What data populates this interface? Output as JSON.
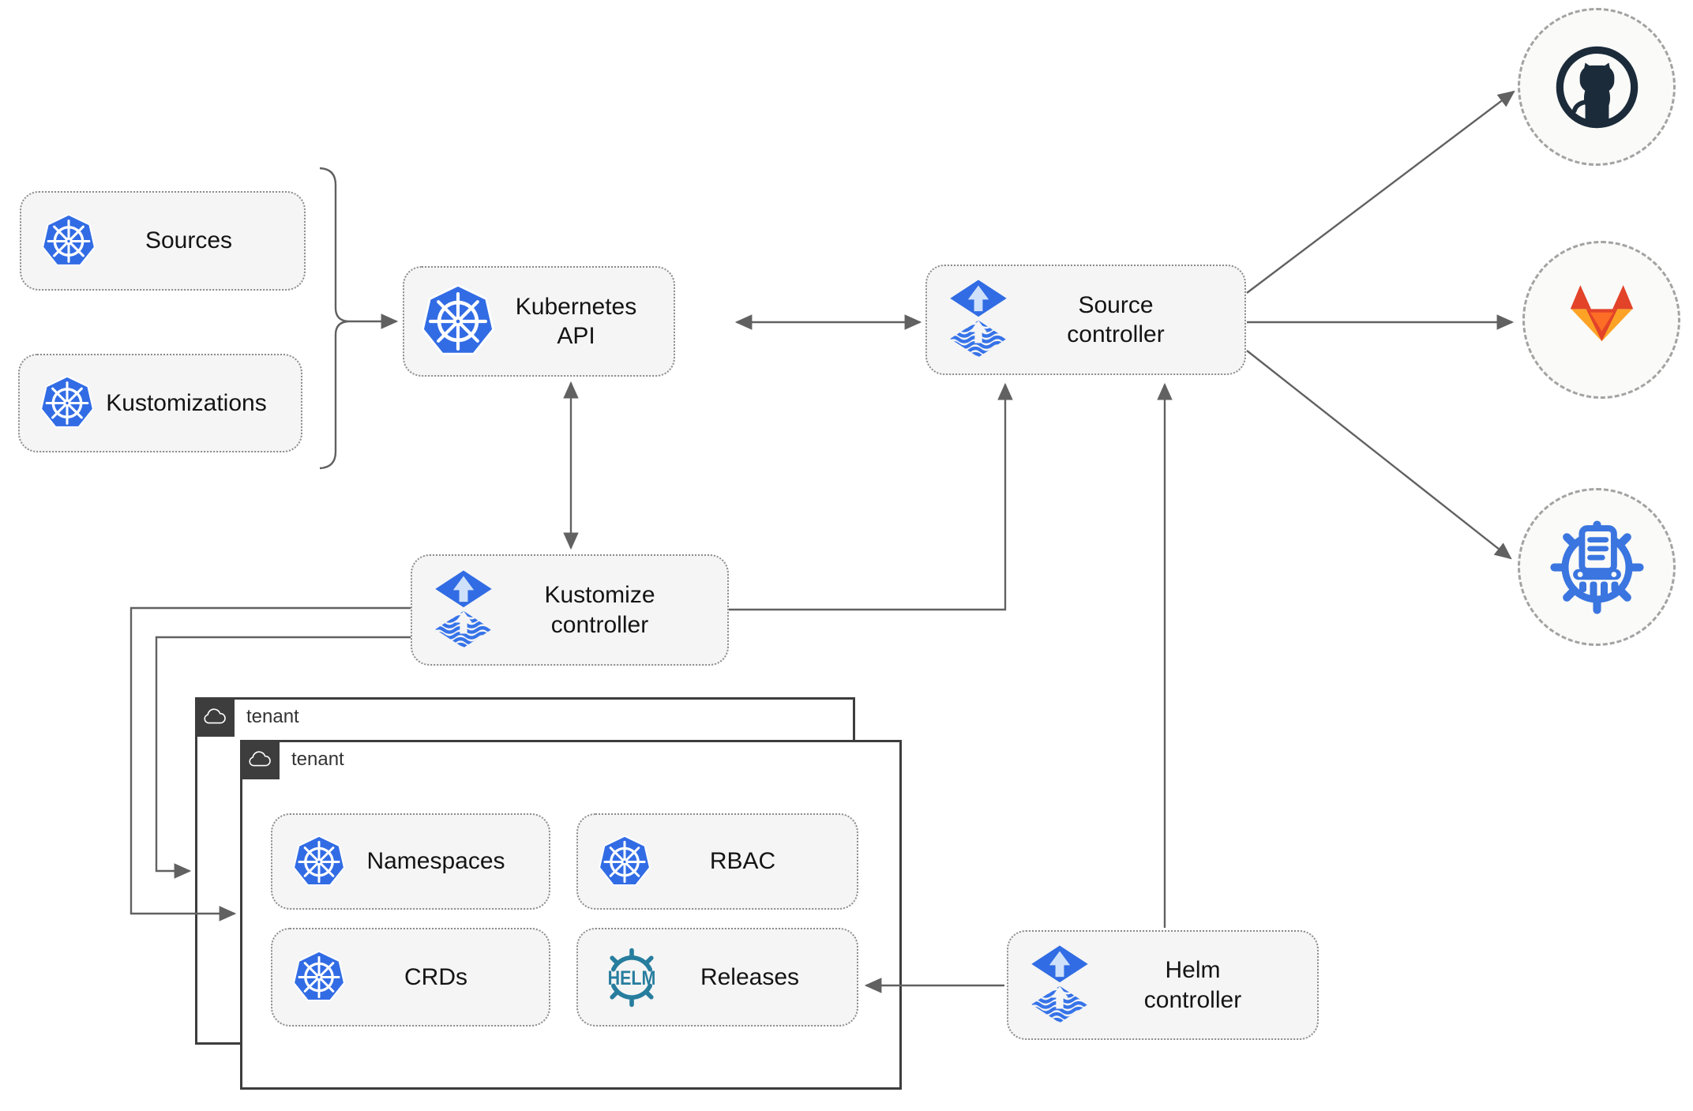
{
  "nodes": {
    "sources": {
      "label": "Sources",
      "icon": "kubernetes-icon"
    },
    "kustomizations": {
      "label": "Kustomizations",
      "icon": "kubernetes-icon"
    },
    "kubernetes_api": {
      "label": "Kubernetes API",
      "icon": "kubernetes-icon"
    },
    "source_controller": {
      "label": "Source controller",
      "icon": "flux-icon"
    },
    "kustomize_controller": {
      "label": "Kustomize controller",
      "icon": "flux-icon"
    },
    "helm_controller": {
      "label": "Helm controller",
      "icon": "flux-icon"
    },
    "namespaces": {
      "label": "Namespaces",
      "icon": "kubernetes-icon"
    },
    "rbac": {
      "label": "RBAC",
      "icon": "kubernetes-icon"
    },
    "crds": {
      "label": "CRDs",
      "icon": "kubernetes-icon"
    },
    "releases": {
      "label": "Releases",
      "icon": "helm-icon",
      "icon_text": "HELM"
    }
  },
  "tenants": [
    {
      "label": "tenant",
      "icon": "cloud-icon"
    },
    {
      "label": "tenant",
      "icon": "cloud-icon"
    }
  ],
  "endpoints": [
    {
      "name": "github",
      "icon": "github-icon"
    },
    {
      "name": "gitlab",
      "icon": "gitlab-icon"
    },
    {
      "name": "chartmuseum",
      "icon": "chartmuseum-icon"
    }
  ],
  "colors": {
    "kubernetes_blue": "#326ce5",
    "flux_blue": "#316ce4",
    "flux_arrow_light": "#cfe0fa",
    "helm_teal": "#277d9e",
    "github_dark": "#1b2b3a",
    "gitlab_red": "#e24329",
    "gitlab_orange": "#fc6d26",
    "gitlab_light_orange": "#fca326",
    "chartmuseum_blue": "#3a75e0",
    "line_gray": "#616161",
    "node_fill": "#f5f5f5",
    "tenant_dark": "#3d3d3d"
  }
}
